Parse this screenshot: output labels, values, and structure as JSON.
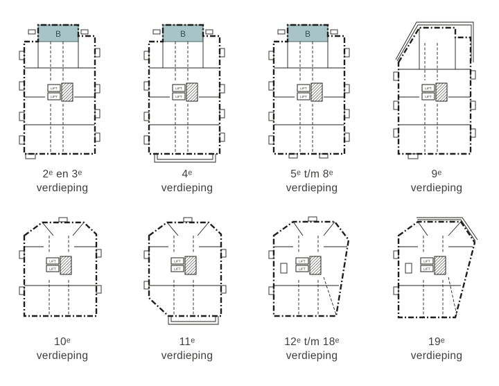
{
  "page": {
    "background": "#ffffff"
  },
  "colors": {
    "b_area": "#a9c4c6",
    "line": "#1d1d1b"
  },
  "common": {
    "lift_label": "LIFT",
    "b_label": "B"
  },
  "plans": [
    {
      "id": "2-3",
      "label_line1": "2ᵉ en 3ᵉ",
      "label_line2": "verdieping",
      "has_b": true
    },
    {
      "id": "4",
      "label_line1": "4ᵉ",
      "label_line2": "verdieping",
      "has_b": true
    },
    {
      "id": "5-8",
      "label_line1": "5ᵉ t/m 8ᵉ",
      "label_line2": "verdieping",
      "has_b": true
    },
    {
      "id": "9",
      "label_line1": "9ᵉ",
      "label_line2": "verdieping",
      "has_b": false
    },
    {
      "id": "10",
      "label_line1": "10ᵉ",
      "label_line2": "verdieping",
      "has_b": false
    },
    {
      "id": "11",
      "label_line1": "11ᵉ",
      "label_line2": "verdieping",
      "has_b": false
    },
    {
      "id": "12-18",
      "label_line1": "12ᵉ t/m 18ᵉ",
      "label_line2": "verdieping",
      "has_b": false
    },
    {
      "id": "19",
      "label_line1": "19ᵉ",
      "label_line2": "verdieping",
      "has_b": false
    }
  ]
}
